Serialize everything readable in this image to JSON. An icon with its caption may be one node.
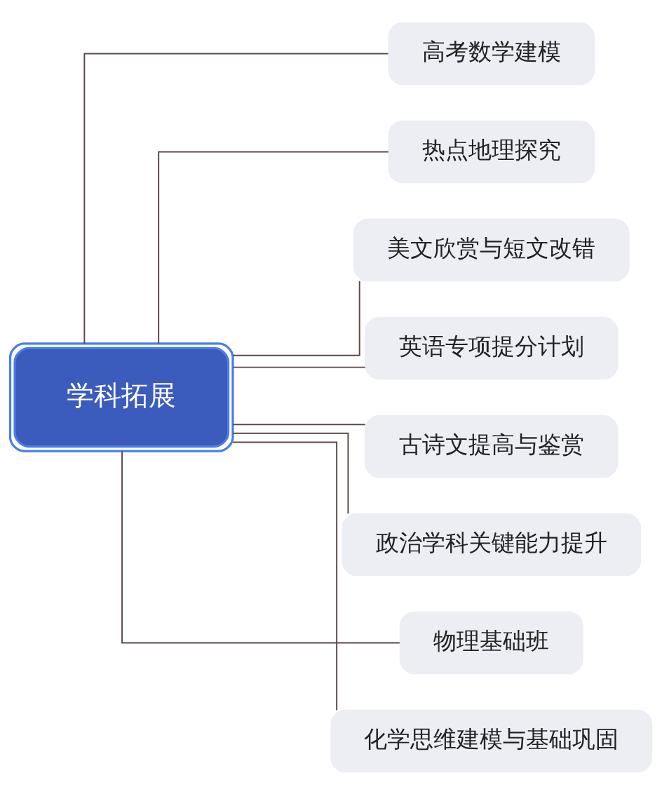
{
  "diagram": {
    "nodes": [
      {
        "text": [
          "学科拓展"
        ]
      },
      {
        "text": [
          "高考数学建模"
        ]
      },
      {
        "text": [
          "热点地理探究"
        ]
      },
      {
        "text": [
          "美文欣赏与短文改错"
        ]
      },
      {
        "text": [
          "英语专项提分计划"
        ]
      },
      {
        "text": [
          "古诗文提高与鉴赏"
        ]
      },
      {
        "text": [
          "政治学科关键能力提升"
        ]
      },
      {
        "text": [
          "物理基础班"
        ]
      },
      {
        "text": [
          "化学思维建模与基础巩固"
        ]
      }
    ],
    "edges": [
      {
        "from": 0,
        "to": 1,
        "arrow": "none"
      },
      {
        "from": 0,
        "to": 2,
        "arrow": "none"
      },
      {
        "from": 0,
        "to": 3,
        "arrow": "none"
      },
      {
        "from": 0,
        "to": 4,
        "arrow": "none"
      },
      {
        "from": 0,
        "to": 5,
        "arrow": "none"
      },
      {
        "from": 0,
        "to": 6,
        "arrow": "none"
      },
      {
        "from": 0,
        "to": 7,
        "arrow": "none"
      },
      {
        "from": 0,
        "to": 8,
        "arrow": "none"
      }
    ]
  }
}
